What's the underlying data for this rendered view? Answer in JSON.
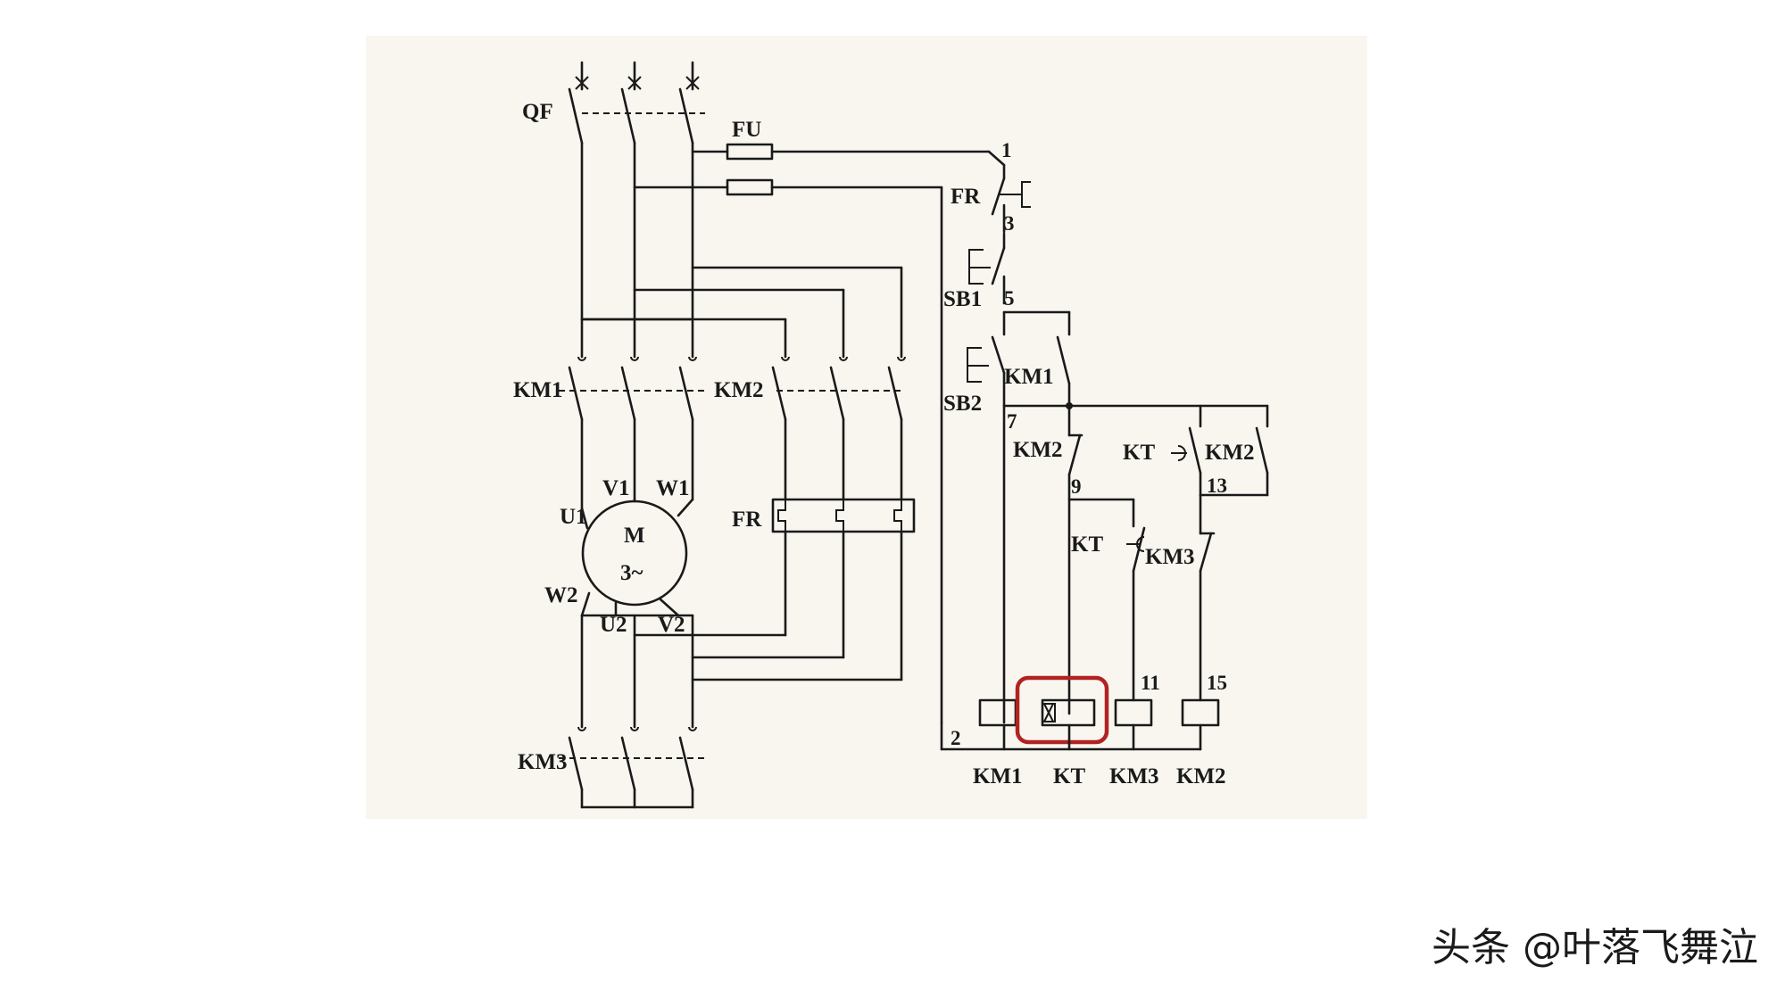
{
  "labels": {
    "qf": "QF",
    "fu": "FU",
    "fr_ctrl": "FR",
    "sb1": "SB1",
    "sb2": "SB2",
    "km1_main": "KM1",
    "km2_main": "KM2",
    "km3_main": "KM3",
    "km1_aux": "KM1",
    "km2_nc": "KM2",
    "km2_no": "KM2",
    "kt_no": "KT",
    "kt_nc": "KT",
    "km3_nc": "KM3",
    "fr_main": "FR",
    "motor_m": "M",
    "motor_phase": "3~",
    "u1": "U1",
    "v1": "V1",
    "w1": "W1",
    "u2": "U2",
    "v2": "V2",
    "w2": "W2",
    "node_1": "1",
    "node_3": "3",
    "node_5": "5",
    "node_7": "7",
    "node_9": "9",
    "node_13": "13",
    "node_11": "11",
    "node_15": "15",
    "node_2": "2",
    "coil_km1": "KM1",
    "coil_kt": "KT",
    "coil_km3": "KM3",
    "coil_km2": "KM2"
  },
  "highlight": {
    "target": "KT",
    "color": "#b22222"
  },
  "watermark": "头条 @叶落飞舞泣"
}
